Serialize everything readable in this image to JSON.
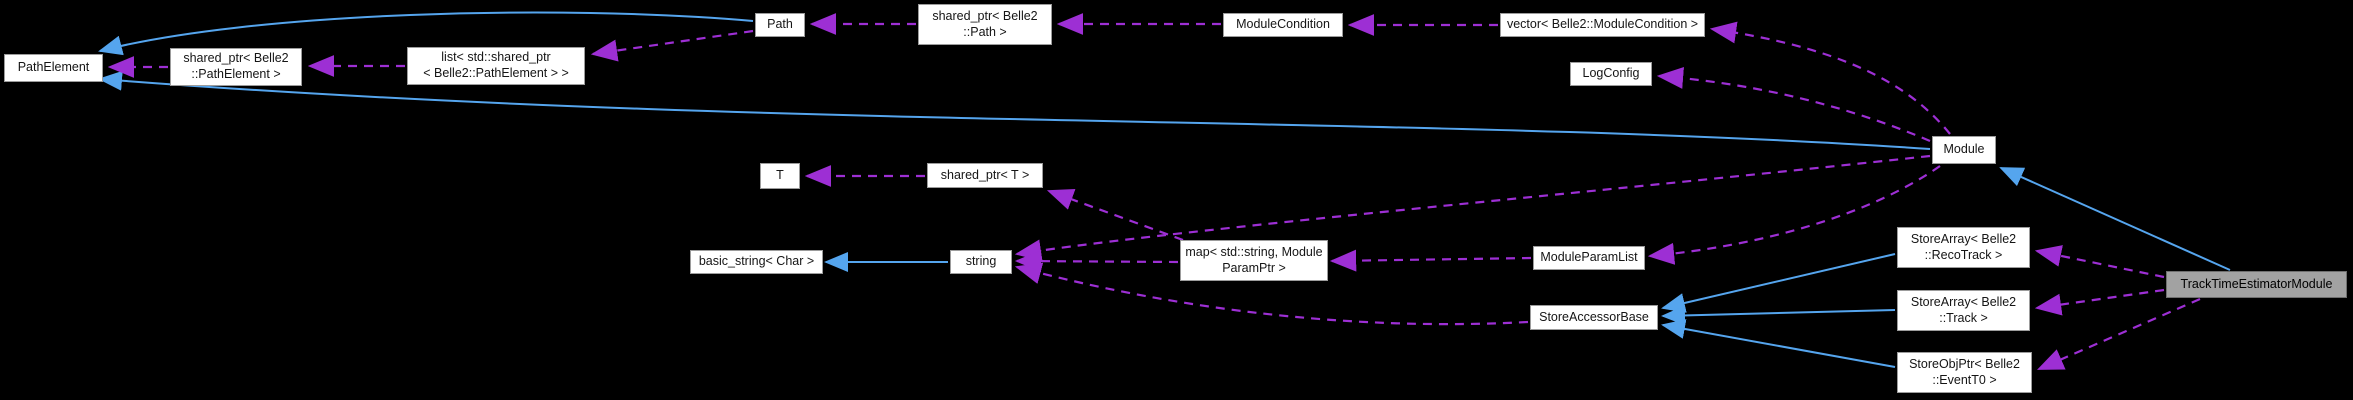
{
  "diagram": {
    "type": "doxygen-collaboration-graph",
    "highlighted_node": "TrackTimeEstimatorModule",
    "colors": {
      "background": "#000000",
      "node_fill": "#ffffff",
      "node_border": "#9c9c9c",
      "node_text": "#151515",
      "highlight_fill": "#a2a2a2",
      "highlight_border": "#6f6f6f",
      "inheritance_edge": "#55a5ee",
      "usage_edge": "#9d2fd4"
    },
    "nodes": {
      "pathelement": {
        "label": "PathElement"
      },
      "sp_pathelement": {
        "label": "shared_ptr< Belle2\n::PathElement >"
      },
      "list_sp_pathelement": {
        "label": "list< std::shared_ptr\n< Belle2::PathElement > >"
      },
      "path": {
        "label": "Path"
      },
      "sp_path": {
        "label": "shared_ptr< Belle2\n::Path >"
      },
      "modulecondition": {
        "label": "ModuleCondition"
      },
      "vector_modulecondition": {
        "label": "vector< Belle2::ModuleCondition >"
      },
      "logconfig": {
        "label": "LogConfig"
      },
      "module": {
        "label": "Module"
      },
      "t": {
        "label": "T"
      },
      "sp_t": {
        "label": "shared_ptr< T >"
      },
      "basic_string": {
        "label": "basic_string< Char >"
      },
      "string": {
        "label": "string"
      },
      "map_moduleparamptr": {
        "label": "map< std::string, Module\nParamPtr >"
      },
      "moduleparamlist": {
        "label": "ModuleParamList"
      },
      "storeaccessorbase": {
        "label": "StoreAccessorBase"
      },
      "storearray_recotrack": {
        "label": "StoreArray< Belle2\n::RecoTrack >"
      },
      "storearray_track": {
        "label": "StoreArray< Belle2\n::Track >"
      },
      "storeobjptr_eventt0": {
        "label": "StoreObjPtr< Belle2\n::EventT0 >"
      },
      "tracktimeestimatormodule": {
        "label": "TrackTimeEstimatorModule"
      }
    },
    "edges": [
      {
        "from": "path",
        "to": "pathelement",
        "type": "inheritance"
      },
      {
        "from": "module",
        "to": "pathelement",
        "type": "inheritance"
      },
      {
        "from": "string",
        "to": "basic_string",
        "type": "inheritance"
      },
      {
        "from": "storearray_recotrack",
        "to": "storeaccessorbase",
        "type": "inheritance"
      },
      {
        "from": "storearray_track",
        "to": "storeaccessorbase",
        "type": "inheritance"
      },
      {
        "from": "storeobjptr_eventt0",
        "to": "storeaccessorbase",
        "type": "inheritance"
      },
      {
        "from": "tracktimeestimatormodule",
        "to": "module",
        "type": "inheritance"
      },
      {
        "from": "sp_pathelement",
        "to": "pathelement",
        "type": "usage"
      },
      {
        "from": "list_sp_pathelement",
        "to": "sp_pathelement",
        "type": "usage"
      },
      {
        "from": "path",
        "to": "list_sp_pathelement",
        "type": "usage"
      },
      {
        "from": "sp_path",
        "to": "path",
        "type": "usage"
      },
      {
        "from": "modulecondition",
        "to": "sp_path",
        "type": "usage"
      },
      {
        "from": "vector_modulecondition",
        "to": "modulecondition",
        "type": "usage"
      },
      {
        "from": "module",
        "to": "vector_modulecondition",
        "type": "usage"
      },
      {
        "from": "module",
        "to": "logconfig",
        "type": "usage"
      },
      {
        "from": "module",
        "to": "string",
        "type": "usage"
      },
      {
        "from": "module",
        "to": "moduleparamlist",
        "type": "usage"
      },
      {
        "from": "map_moduleparamptr",
        "to": "sp_t",
        "type": "usage"
      },
      {
        "from": "sp_t",
        "to": "t",
        "type": "usage"
      },
      {
        "from": "moduleparamlist",
        "to": "map_moduleparamptr",
        "type": "usage"
      },
      {
        "from": "map_moduleparamptr",
        "to": "string",
        "type": "usage"
      },
      {
        "from": "storeaccessorbase",
        "to": "string",
        "type": "usage"
      },
      {
        "from": "tracktimeestimatormodule",
        "to": "storearray_recotrack",
        "type": "usage"
      },
      {
        "from": "tracktimeestimatormodule",
        "to": "storearray_track",
        "type": "usage"
      },
      {
        "from": "tracktimeestimatormodule",
        "to": "storeobjptr_eventt0",
        "type": "usage"
      }
    ]
  }
}
